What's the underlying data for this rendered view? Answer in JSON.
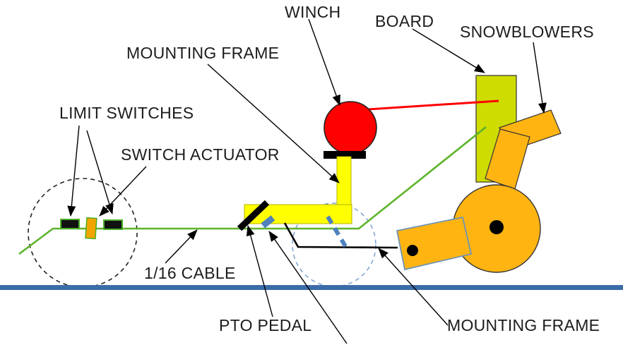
{
  "diagram": {
    "title": "Snowblower PTO winch linkage diagram",
    "labels": {
      "winch": "WINCH",
      "board": "BOARD",
      "snowblowers": "SNOWBLOWERS",
      "mounting_frame_top": "MOUNTING FRAME",
      "limit_switches": "LIMIT SWITCHES",
      "switch_actuator": "SWITCH ACTUATOR",
      "cable": "1/16 CABLE",
      "pto_pedal": "PTO PEDAL",
      "mounting_frame_bottom": "MOUNTING FRAME"
    },
    "colors": {
      "winch_red": "#fe0000",
      "frame_yellow": "#ffff00",
      "board_yellow_green": "#cfdc02",
      "implement_orange": "#ffb412",
      "actuator_orange": "#f0a500",
      "cable_green": "#5db32a",
      "switch_border_green": "#4caf28",
      "ground_blue": "#3c6ca8",
      "linkage_blue": "#4f81bd",
      "dashed_circle_blue": "#7ba2d4",
      "arm_border_blue": "#6f93b5"
    }
  }
}
